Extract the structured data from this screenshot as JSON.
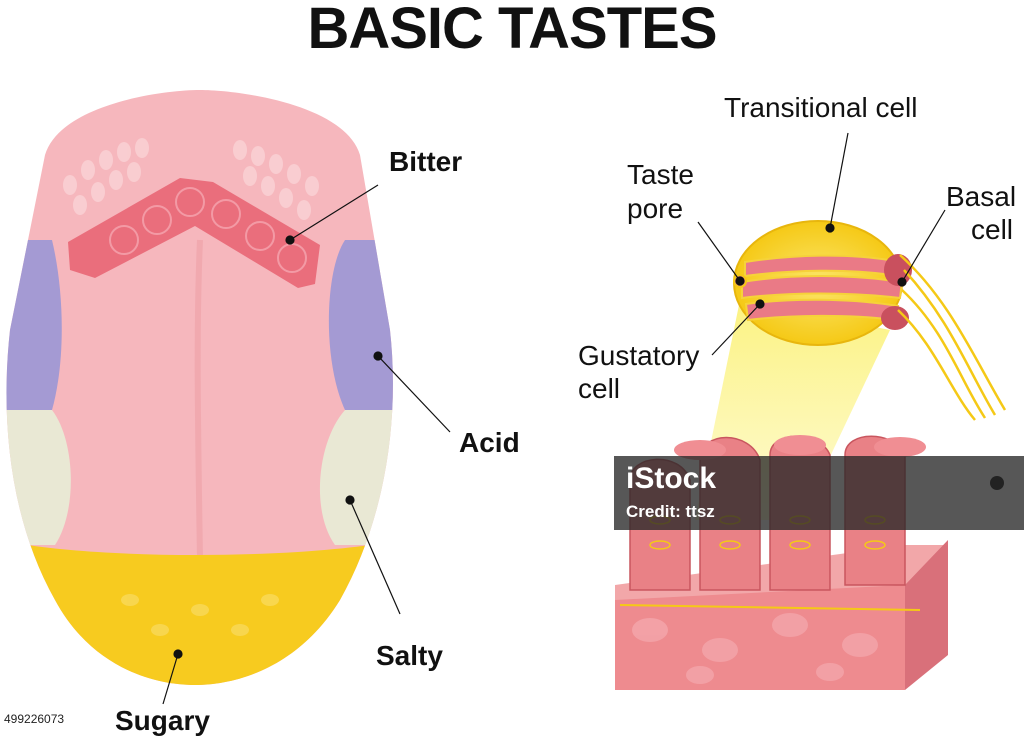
{
  "title": "BASIC TASTES",
  "tongue": {
    "labels": {
      "bitter": "Bitter",
      "acid": "Acid",
      "salty": "Salty",
      "sugary": "Sugary"
    }
  },
  "taste_bud": {
    "labels": {
      "transitional": "Transitional cell",
      "taste_pore_1": "Taste",
      "taste_pore_2": "pore",
      "basal_1": "Basal",
      "basal_2": "cell",
      "gustatory_1": "Gustatory",
      "gustatory_2": "cell"
    }
  },
  "watermark": {
    "logo": "iStock",
    "credit": "Credit: ttsz"
  },
  "stock_id": "499226073",
  "colors": {
    "tongue_pink": "#f6b7bd",
    "bitter_zone": "#ea6e7c",
    "acid_zone": "#a49ad3",
    "salty_zone": "#e9e8d4",
    "sugary_zone": "#f7cb1f",
    "taste_bud_yellow": "#f7d31c",
    "tissue_pink": "#ee8b8f"
  }
}
